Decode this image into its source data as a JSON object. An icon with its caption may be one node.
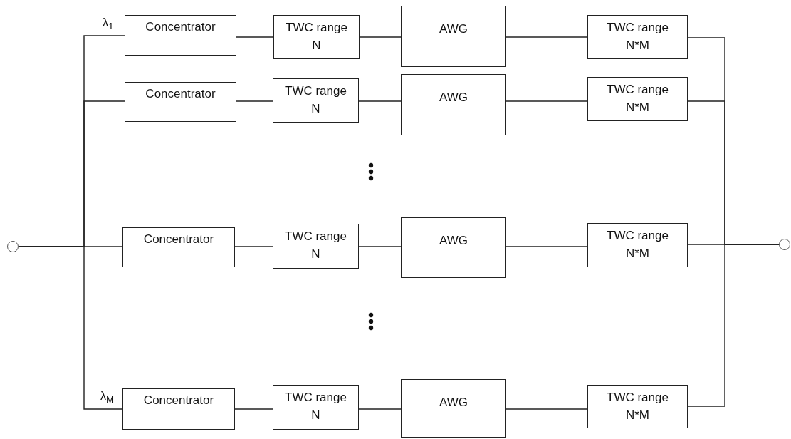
{
  "diagram": {
    "nodes": [
      {
        "text": [],
        "shape": "circle"
      },
      {
        "text": [
          "Concentrator"
        ],
        "beside": [
          "λ$_{1}$"
        ]
      },
      {
        "text": [
          "TWC range N"
        ]
      },
      {
        "text": [
          "AWG"
        ]
      },
      {
        "text": [
          "TWC range N*M"
        ]
      },
      {
        "text": [
          "Concentrator"
        ]
      },
      {
        "text": [
          "TWC range N"
        ]
      },
      {
        "text": [
          "AWG"
        ]
      },
      {
        "text": [
          "TWC range N*M"
        ]
      },
      {
        "text": [
          "Concentrator"
        ]
      },
      {
        "text": [
          "TWC range N"
        ]
      },
      {
        "text": [
          "AWG"
        ]
      },
      {
        "text": [
          "TWC range N*M"
        ]
      },
      {
        "text": [
          "Concentrator"
        ],
        "beside": [
          "λ$_{M}$"
        ]
      },
      {
        "text": [
          "TWC range N"
        ]
      },
      {
        "text": [
          "AWG"
        ]
      },
      {
        "text": [
          "TWC range N*M"
        ]
      },
      {
        "text": [],
        "shape": "circle"
      }
    ],
    "edges": [
      {
        "from": 0,
        "to": 1,
        "arrow": "none"
      },
      {
        "from": 0,
        "to": 5,
        "arrow": "none"
      },
      {
        "from": 0,
        "to": 9,
        "arrow": "none"
      },
      {
        "from": 0,
        "to": 13,
        "arrow": "none"
      },
      {
        "from": 1,
        "to": 2,
        "arrow": "none"
      },
      {
        "from": 2,
        "to": 3,
        "arrow": "none"
      },
      {
        "from": 3,
        "to": 4,
        "arrow": "none"
      },
      {
        "from": 5,
        "to": 6,
        "arrow": "none"
      },
      {
        "from": 6,
        "to": 7,
        "arrow": "none"
      },
      {
        "from": 7,
        "to": 8,
        "arrow": "none"
      },
      {
        "from": 9,
        "to": 10,
        "arrow": "none"
      },
      {
        "from": 10,
        "to": 11,
        "arrow": "none"
      },
      {
        "from": 11,
        "to": 12,
        "arrow": "none"
      },
      {
        "from": 13,
        "to": 14,
        "arrow": "none"
      },
      {
        "from": 14,
        "to": 15,
        "arrow": "none"
      },
      {
        "from": 15,
        "to": 16,
        "arrow": "none"
      },
      {
        "from": 4,
        "to": 17,
        "arrow": "none"
      },
      {
        "from": 8,
        "to": 17,
        "arrow": "none"
      },
      {
        "from": 12,
        "to": 17,
        "arrow": "none"
      },
      {
        "from": 16,
        "to": 17,
        "arrow": "none"
      }
    ]
  }
}
